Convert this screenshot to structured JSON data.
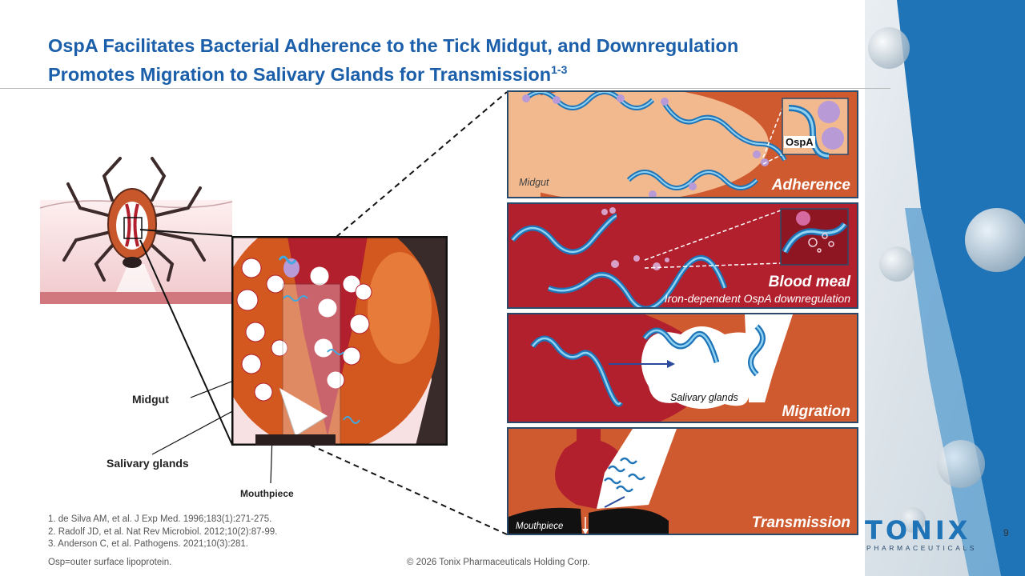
{
  "title": {
    "line1": "OspA Facilitates Bacterial Adherence to the Tick Midgut, and Downregulation",
    "line2": "Promotes Migration to Salivary Glands for Transmission",
    "superscript": "1-3"
  },
  "tick_labels": {
    "midgut": "Midgut",
    "salivary_glands": "Salivary glands",
    "mouthpiece": "Mouthpiece"
  },
  "panels": [
    {
      "label": "Adherence",
      "inset_label": "Midgut",
      "callout": "OspA"
    },
    {
      "label": "Blood meal",
      "sublabel": "Iron-dependent OspA downregulation"
    },
    {
      "label": "Migration",
      "inset_label": "Salivary glands"
    },
    {
      "label": "Transmission",
      "inset_label": "Mouthpiece"
    }
  ],
  "references": [
    "1. de Silva AM, et al. J Exp Med. 1996;183(1):271-275.",
    "2. Radolf JD, et al. Nat Rev Microbiol. 2012;10(2):87-99.",
    "3. Anderson C, et al. Pathogens. 2021;10(3):281."
  ],
  "footnote": "Osp=outer surface lipoprotein.",
  "copyright": "© 2026 Tonix Pharmaceuticals Holding Corp.",
  "logo": {
    "name": "TONIX",
    "tagline": "PHARMACEUTICALS"
  },
  "page_number": "9",
  "colors": {
    "title_blue": "#1b5faa",
    "panel_orange": "#cf5a2f",
    "panel_red": "#b21f2d",
    "bacteria_blue": "#3fa9e0",
    "ospa_purple": "#b79ad6"
  }
}
